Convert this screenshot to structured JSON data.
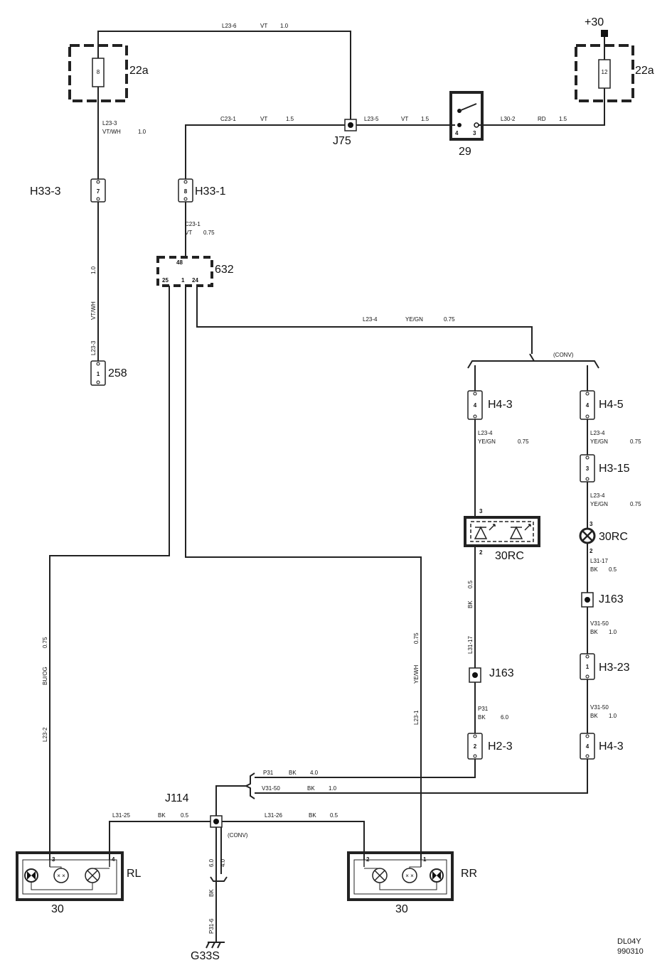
{
  "power": {
    "label": "+30"
  },
  "fuses": {
    "left": {
      "number": "8",
      "label": "22a"
    },
    "right": {
      "number": "12",
      "label": "22a"
    }
  },
  "junctions": {
    "j75": "J75",
    "j163_a": "J163",
    "j163_b": "J163",
    "j114": "J114"
  },
  "switch": {
    "label": "29",
    "pin_left": "4",
    "pin_right": "3"
  },
  "wires": {
    "l23_6": [
      "L23-6",
      "VT",
      "1.0"
    ],
    "c23_1_top": [
      "C23-1",
      "VT",
      "1.5"
    ],
    "l23_5": [
      "L23-5",
      "VT",
      "1.5"
    ],
    "l30_2": [
      "L30-2",
      "RD",
      "1.5"
    ],
    "l23_3_top": {
      "id": "L23-3",
      "color": "VT/WH",
      "size": "1.0"
    },
    "l23_3_vert": {
      "size": "1.0",
      "color": "VT/WH",
      "id": "L23-3"
    },
    "c23_1_mid": {
      "id": "C23-1",
      "color": "VT",
      "size": "0.75"
    },
    "l23_4_main": [
      "L23-4",
      "YE/GN",
      "0.75"
    ],
    "conv_top": "(CONV)",
    "l23_4_a": {
      "id": "L23-4",
      "color": "YE/GN",
      "size": "0.75"
    },
    "l23_4_b": {
      "id": "L23-4",
      "color": "YE/GN",
      "size": "0.75"
    },
    "l23_4_c": {
      "id": "L23-4",
      "color": "YE/GN",
      "size": "0.75"
    },
    "l31_17_vert": {
      "size": "0.5",
      "color": "BK",
      "id": "L31-17"
    },
    "l31_17_right": {
      "id": "L31-17",
      "color": "BK",
      "size": "0.5"
    },
    "v31_50_a": {
      "id": "V31-50",
      "color": "BK",
      "size": "1.0"
    },
    "v31_50_b": {
      "id": "V31-50",
      "color": "BK",
      "size": "1.0"
    },
    "p31": {
      "id": "P31",
      "color": "BK",
      "size": "6.0"
    },
    "l23_2": {
      "size": "0.75",
      "color": "BU/OG",
      "id": "L23-2"
    },
    "l23_1": {
      "size": "0.75",
      "color": "YE/WH",
      "id": "L23-1"
    },
    "p31_bottom": [
      "P31",
      "BK",
      "4.0"
    ],
    "v31_50_bottom": [
      "V31-50",
      "BK",
      "1.0"
    ],
    "l31_25": [
      "L31-25",
      "BK",
      "0.5"
    ],
    "l31_26": [
      "L31-26",
      "BK",
      "0.5"
    ],
    "conv_bottom": "(CONV)",
    "ground_wire": {
      "size_a": "6.0",
      "size_b": "4.0",
      "color": "BK",
      "id": "P31-6"
    }
  },
  "connectors": {
    "h33_3": {
      "pin": "7",
      "label": "H33-3"
    },
    "h33_1": {
      "pin": "8",
      "label": "H33-1"
    },
    "c258": {
      "pin": "1",
      "label": "258"
    },
    "c632": {
      "label": "632",
      "pin_top": "48",
      "pin_a": "25",
      "pin_b": "1",
      "pin_c": "24"
    },
    "h4_3_top": {
      "pin": "4",
      "label": "H4-3"
    },
    "h4_5": {
      "pin": "4",
      "label": "H4-5"
    },
    "h3_15": {
      "pin": "3",
      "label": "H3-15"
    },
    "h3_23": {
      "pin": "1",
      "label": "H3-23"
    },
    "h2_3": {
      "pin": "2",
      "label": "H2-3"
    },
    "h4_3_bottom": {
      "pin": "4",
      "label": "H4-3"
    }
  },
  "led_30rc": {
    "label": "30RC",
    "pin_top": "3",
    "pin_bottom": "2"
  },
  "lamp_30rc": {
    "label": "30RC",
    "pin_top": "3",
    "pin_bottom": "2"
  },
  "tail_lamps": {
    "rl": {
      "label": "RL",
      "number": "30",
      "pin_left": "3",
      "pin_right": "4"
    },
    "rr": {
      "label": "RR",
      "number": "30",
      "pin_left": "2",
      "pin_right": "1"
    }
  },
  "ground": {
    "label": "G33S"
  },
  "footer": {
    "code": "DL04Y",
    "date": "990310"
  }
}
